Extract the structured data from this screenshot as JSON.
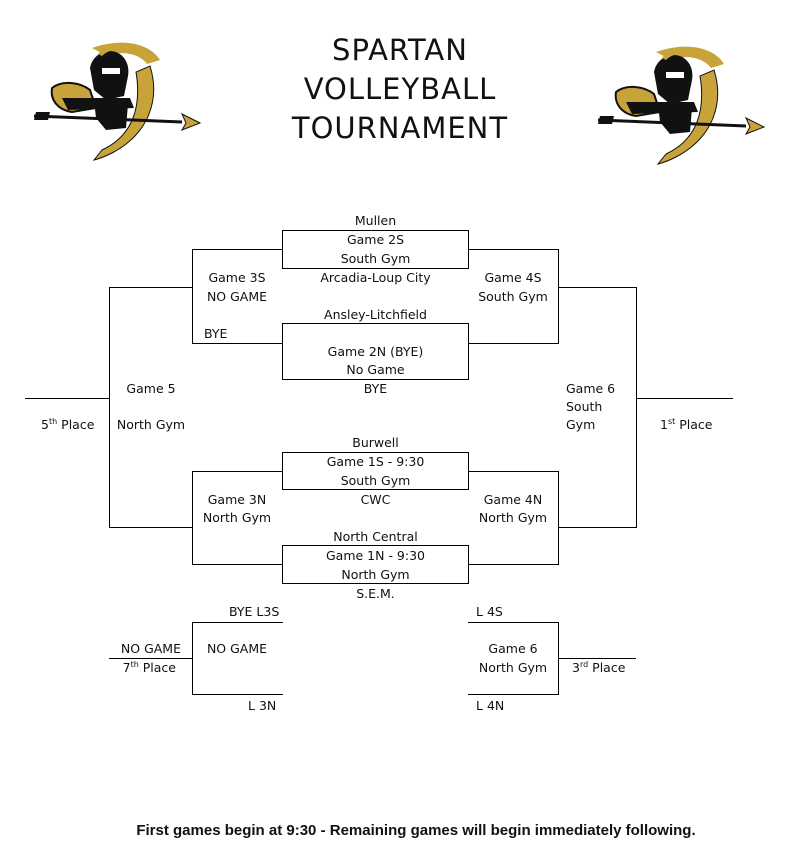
{
  "header": {
    "title_line1": "SPARTAN",
    "title_line2": "VOLLEYBALL",
    "title_line3": "TOURNAMENT"
  },
  "colors": {
    "logo_gold": "#c8a33a",
    "logo_black": "#111111",
    "line": "#000000"
  },
  "logos": {
    "left_icon": "spartan-logo-icon",
    "right_icon": "spartan-logo-icon"
  },
  "bracket": {
    "game2s": {
      "team_top": "Mullen",
      "line1": "Game 2S",
      "line2": "South Gym",
      "team_bottom": "Arcadia-Loup City"
    },
    "game2n": {
      "team_top": "Ansley-Litchfield",
      "line1": "Game 2N (BYE)",
      "line2": "No Game",
      "team_bottom": "BYE"
    },
    "game1s": {
      "team_top": "Burwell",
      "line1": "Game 1S - 9:30",
      "line2": "South Gym",
      "team_bottom": "CWC"
    },
    "game1n": {
      "team_top": "North Central",
      "line1": "Game 1N - 9:30",
      "line2": "North Gym",
      "team_bottom": "S.E.M."
    },
    "game3s": {
      "line1": "Game 3S",
      "line2": "NO GAME",
      "bye": "BYE"
    },
    "game4s": {
      "line1": "Game 4S",
      "line2": "South Gym"
    },
    "game3n": {
      "line1": "Game 3N",
      "line2": "North Gym"
    },
    "game4n": {
      "line1": "Game 4N",
      "line2": "North Gym"
    },
    "game5": {
      "line1": "Game 5",
      "line2": "North Gym"
    },
    "game6_top": {
      "line1": "Game 6",
      "line2": "South",
      "line3": "Gym"
    },
    "fifth_place": {
      "num": "5",
      "sup": "th",
      "label": "Place"
    },
    "first_place": {
      "num": "1",
      "sup": "st",
      "label": "Place"
    },
    "consolation_left": {
      "bye_label": "BYE L3S",
      "no_game": "NO GAME",
      "loser": "L 3N",
      "result_top": "NO GAME",
      "place_num": "7",
      "place_sup": "th",
      "place_label": "Place"
    },
    "consolation_right": {
      "loser_top": "L 4S",
      "line1": "Game 6",
      "line2": "North Gym",
      "loser_bottom": "L 4N",
      "place_num": "3",
      "place_sup": "rd",
      "place_label": "Place"
    }
  },
  "footer": {
    "note": "First games begin at 9:30 - Remaining games will begin immediately following."
  }
}
